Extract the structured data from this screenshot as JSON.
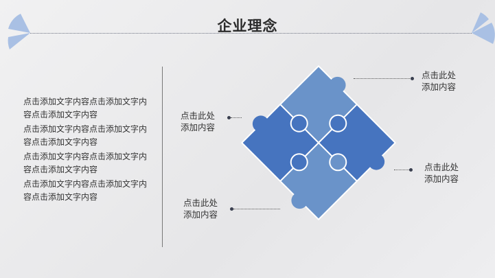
{
  "title": "企业理念",
  "paragraphs": [
    "点击添加文字内容点击添加文字内容点击添加文字内容",
    "点击添加文字内容点击添加文字内容点击添加文字内容",
    "点击添加文字内容点击添加文字内容点击添加文字内容",
    "点击添加文字内容点击添加文字内容点击添加文字内容"
  ],
  "labels": {
    "top_right": [
      "点击此处",
      "添加内容"
    ],
    "left": [
      "点击此处",
      "添加内容"
    ],
    "right": [
      "点击此处",
      "添加内容"
    ],
    "bottom_left": [
      "点击此处",
      "添加内容"
    ]
  },
  "colors": {
    "light": "#6a93c9",
    "dark": "#4674bf",
    "accent": "#a9c0e4"
  }
}
